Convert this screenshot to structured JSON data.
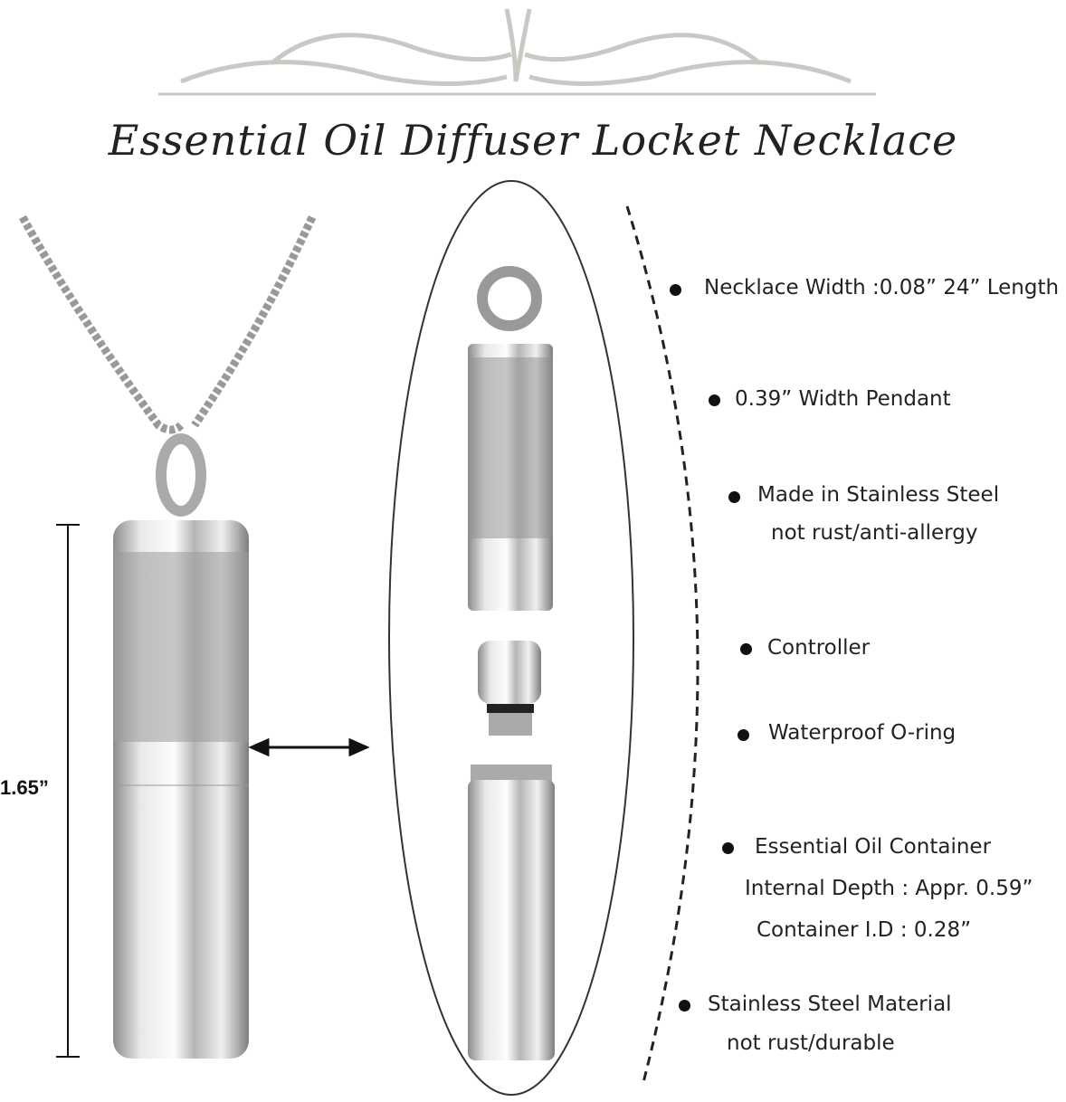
{
  "title": "Essential Oil Diffuser Locket Necklace",
  "dimension": "1.65”",
  "features": [
    {
      "lines": [
        "Necklace Width :0.08”  24” Length"
      ]
    },
    {
      "lines": [
        "0.39” Width Pendant"
      ]
    },
    {
      "lines": [
        "Made in Stainless Steel",
        "not rust/anti-allergy"
      ]
    },
    {
      "lines": [
        "Controller"
      ]
    },
    {
      "lines": [
        "Waterproof O-ring"
      ]
    },
    {
      "lines": [
        "Essential Oil Container",
        "Internal Depth : Appr. 0.59”",
        "Container I.D : 0.28”"
      ]
    },
    {
      "lines": [
        "Stainless Steel Material",
        "not rust/durable"
      ]
    }
  ],
  "colors": {
    "steel_light": "#f2f2f2",
    "steel_dark": "#8a8a8a",
    "ornament": "#c9c9c4",
    "text": "#222222"
  }
}
